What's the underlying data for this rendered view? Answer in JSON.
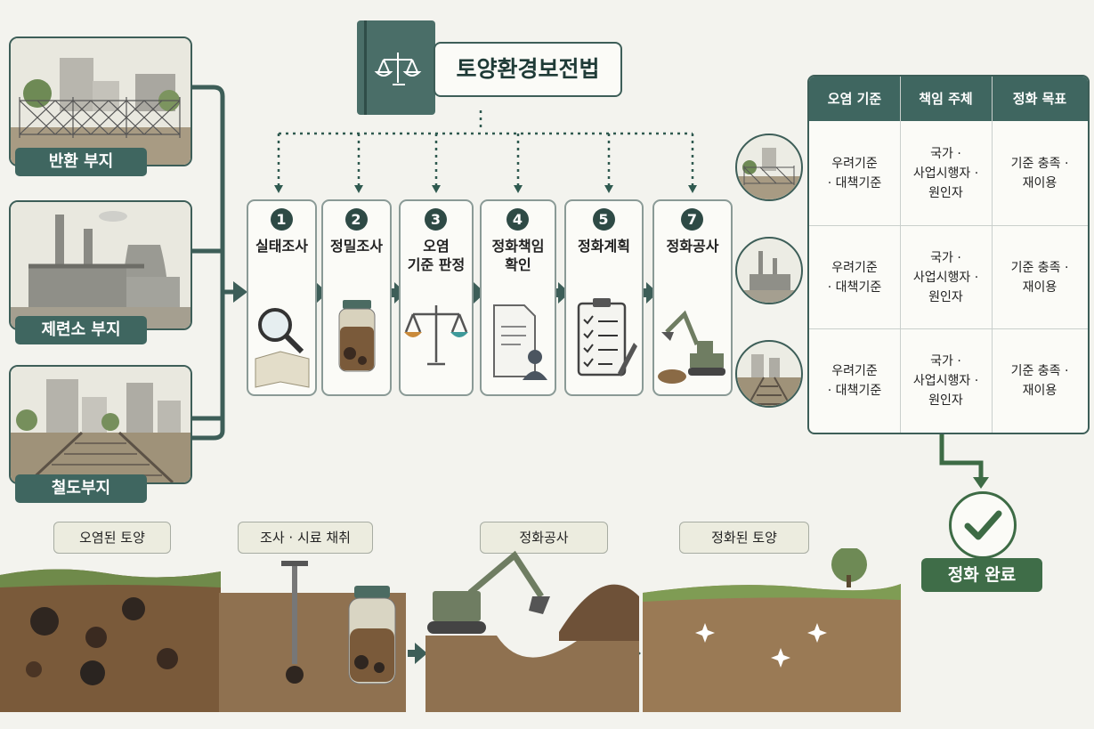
{
  "law": {
    "title": "토양환경보전법"
  },
  "sites": [
    {
      "label": "반환 부지"
    },
    {
      "label": "제련소 부지"
    },
    {
      "label": "철도부지"
    }
  ],
  "steps": [
    {
      "num": "1",
      "label": "실태조사"
    },
    {
      "num": "2",
      "label": "정밀조사"
    },
    {
      "num": "3",
      "label": "오염\n기준 판정"
    },
    {
      "num": "4",
      "label": "정화책임\n확인"
    },
    {
      "num": "5",
      "label": "정화계획"
    },
    {
      "num": "7",
      "label": "정화공사"
    }
  ],
  "table": {
    "headers": [
      "오염 기준",
      "책임 주체",
      "정화 목표"
    ],
    "rows": [
      [
        "우려기준\n· 대책기준",
        "국가 ·\n사업시행자 ·\n원인자",
        "기준 충족 ·\n재이용"
      ],
      [
        "우려기준\n· 대책기준",
        "국가 ·\n사업시행자 ·\n원인자",
        "기준 충족 ·\n재이용"
      ],
      [
        "우려기준\n· 대책기준",
        "국가 ·\n사업시행자 ·\n원인자",
        "기준 충족 ·\n재이용"
      ]
    ]
  },
  "done": {
    "label": "정화 완료"
  },
  "stages": [
    {
      "label": "오염된 토양"
    },
    {
      "label": "조사 · 시료 채취"
    },
    {
      "label": "정화공사"
    },
    {
      "label": "정화된 토양"
    }
  ],
  "colors": {
    "primary": "#3f6660",
    "accent_green": "#3f6d48",
    "soil": "#7a5a3a"
  }
}
